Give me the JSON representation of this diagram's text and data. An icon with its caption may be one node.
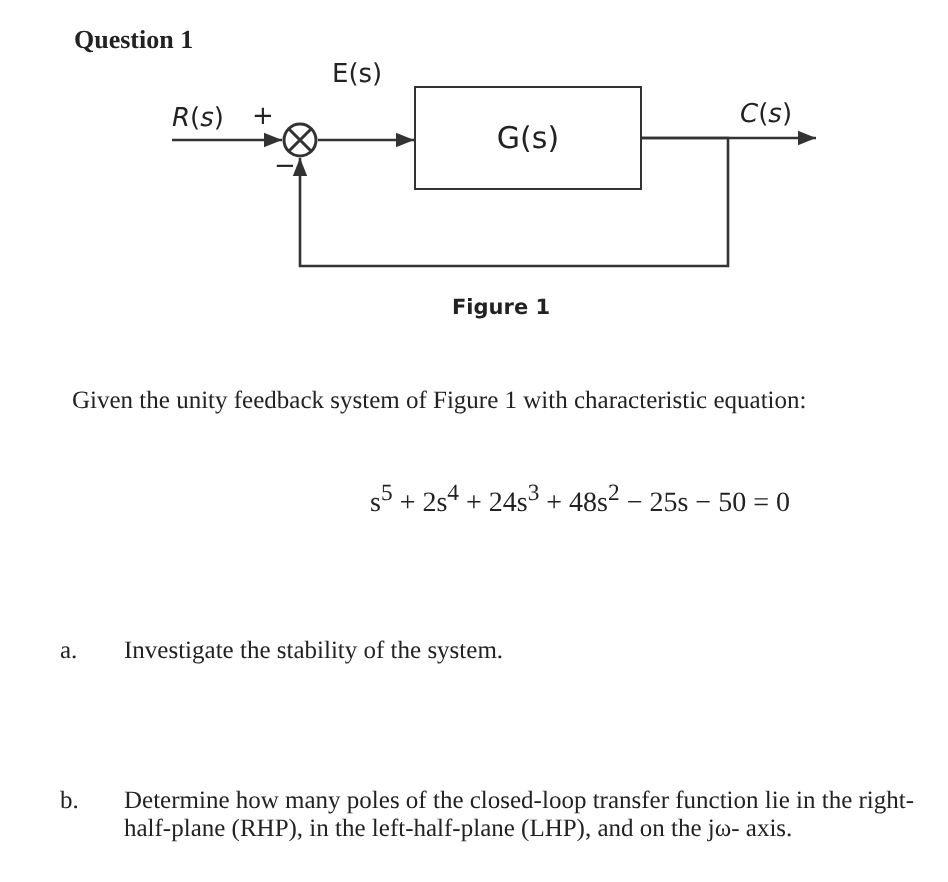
{
  "diagram": {
    "title": "Question 1",
    "caption": "Figure 1",
    "nodes": [
      {
        "text": [],
        "shape": "circle"
      },
      {
        "text": [
          "G(s)"
        ]
      }
    ],
    "edges": [
      {
        "from": null,
        "to": 0,
        "arrow": "to",
        "label": "*R*(*s*)"
      },
      {
        "from": 0,
        "to": 1,
        "arrow": "to",
        "label": "E(s)"
      },
      {
        "from": 1,
        "to": null,
        "arrow": "to",
        "label": "*C*(*s*)"
      },
      {
        "from": 1,
        "to": 0,
        "arrow": "to"
      }
    ],
    "labels": [
      "+",
      "−",
      "Given the unity feedback system of Figure 1 with characteristic equation:",
      "s$^{5}$ + 2s$^{4}$ + 24s$^{3}$ + 48s$^{2}$ − 25s − 50 = 0",
      "a.",
      "Investigate the stability of the system.",
      "b.",
      "Determine how many poles of the closed-loop transfer function lie in the right-half-plane (RHP), in the left-half-plane (LHP), and on the jω- axis."
    ]
  }
}
